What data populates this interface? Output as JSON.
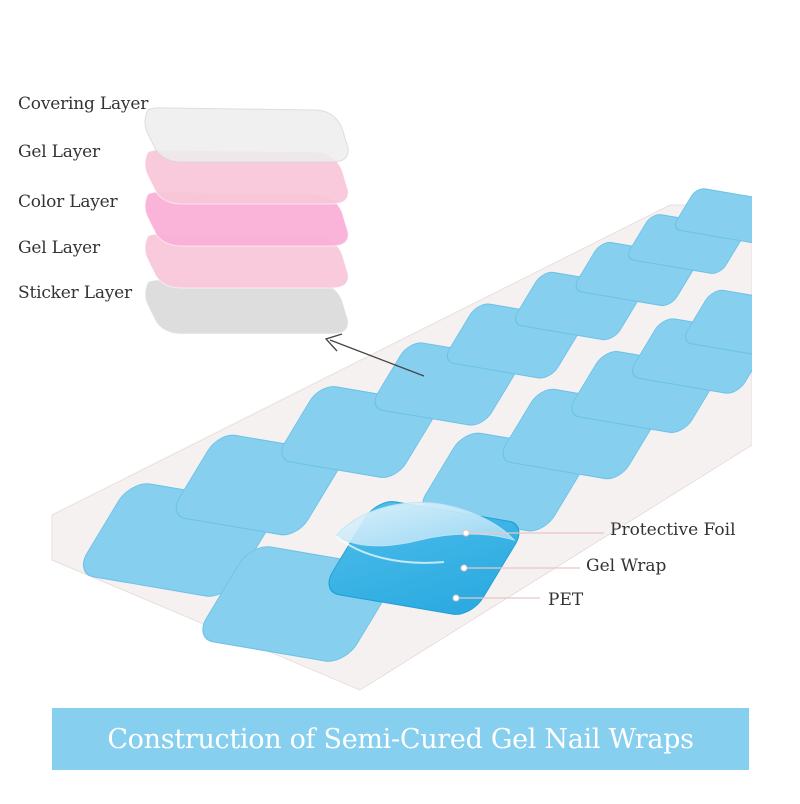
{
  "title": "Construction of Semi-Cured Gel Nail Wraps",
  "layers": [
    {
      "label": "Covering Layer",
      "color": "#eeeeee"
    },
    {
      "label": "Gel Layer",
      "color": "#f9c8da"
    },
    {
      "label": "Color Layer",
      "color": "#fbb0d8"
    },
    {
      "label": "Gel Layer",
      "color": "#f9c8da"
    },
    {
      "label": "Sticker Layer",
      "color": "#dcdcdc"
    }
  ],
  "callouts": [
    {
      "label": "Protective Foil"
    },
    {
      "label": "Gel Wrap"
    },
    {
      "label": "PET"
    }
  ],
  "colors": {
    "nail_blue": "#87cfee",
    "sheet": "#f6f1f1",
    "banner": "#87cfee"
  }
}
